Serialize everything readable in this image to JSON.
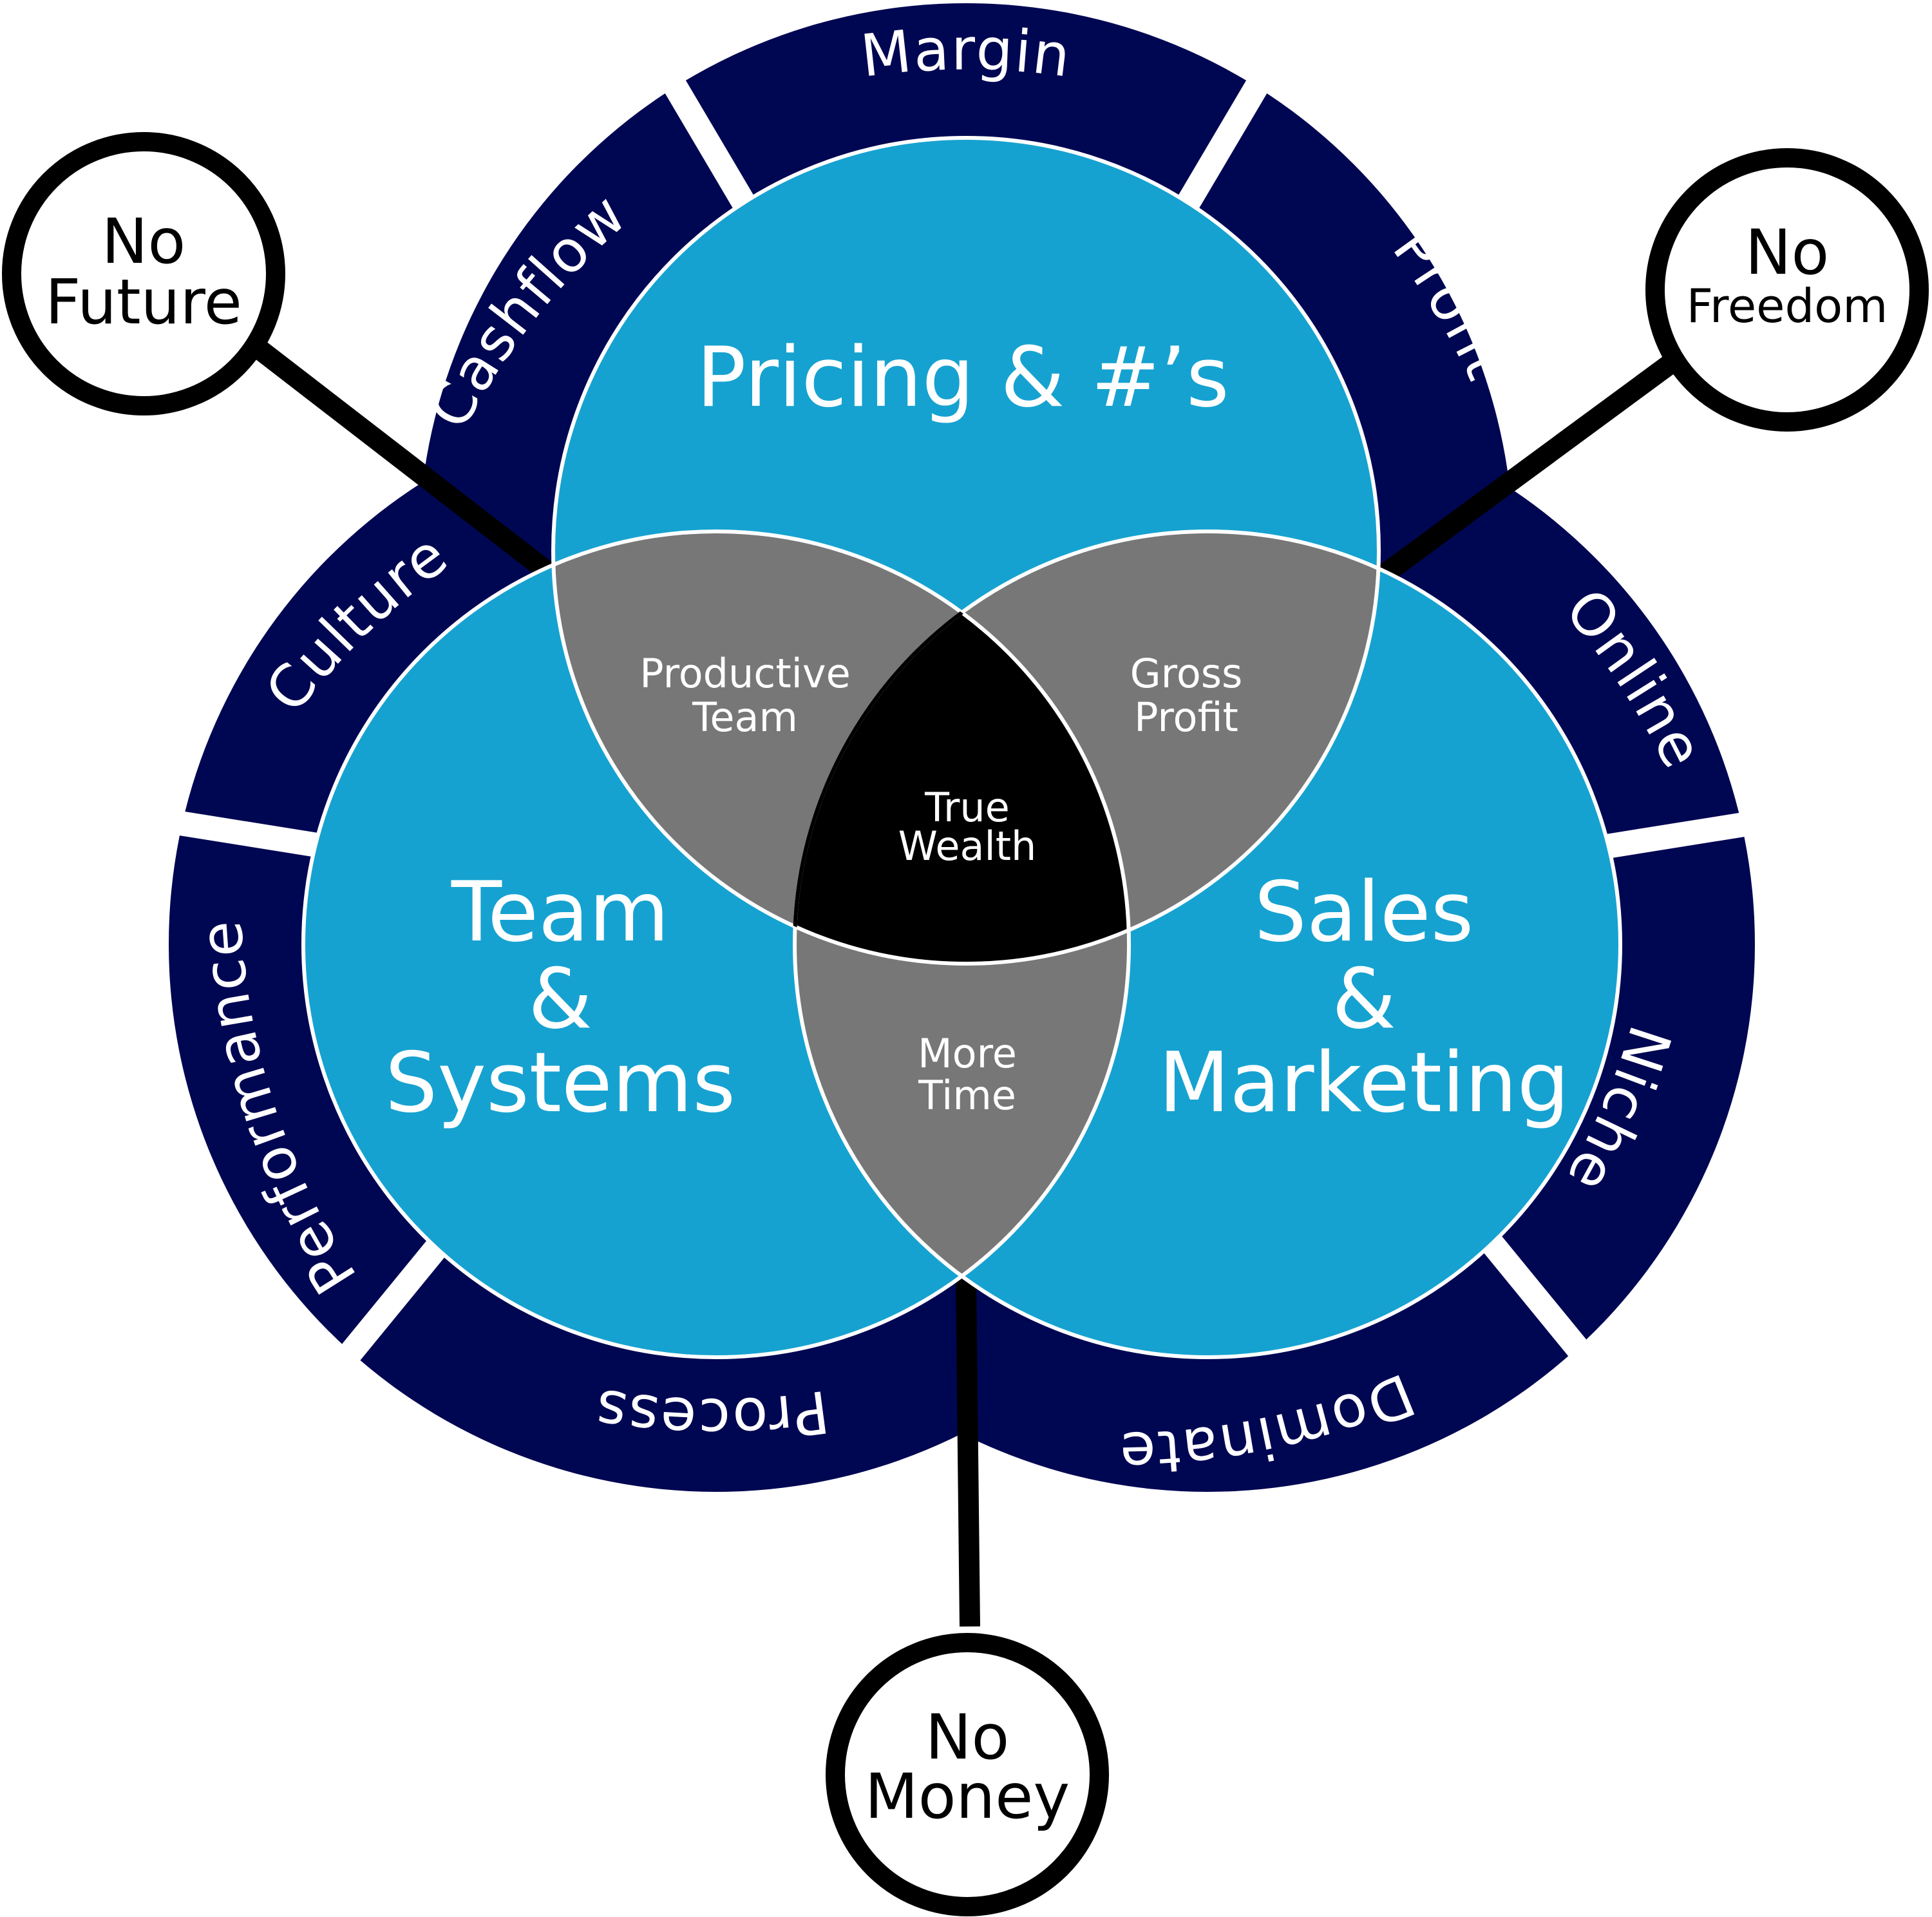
{
  "colors": {
    "ring": "#000752",
    "circle": "#16a2d0",
    "overlap": "#777777",
    "center": "#000000",
    "stroke": "#ffffff",
    "outcome_stroke": "#000000"
  },
  "ring_segments": {
    "margin": "Margin",
    "cashflow": "Cashflow",
    "profit": "Profit",
    "culture": "Culture",
    "online": "Online",
    "performance": "Performance",
    "niche": "Niche",
    "process": "Process",
    "dominate": "Dominate"
  },
  "circles": {
    "pricing": "Pricing & #’s",
    "team": {
      "line1": "Team",
      "line2": "&",
      "line3": "Systems"
    },
    "sales": {
      "line1": "Sales",
      "line2": "&",
      "line3": "Marketing"
    }
  },
  "overlaps": {
    "productive_team": {
      "line1": "Productive",
      "line2": "Team"
    },
    "gross_profit": {
      "line1": "Gross",
      "line2": "Profit"
    },
    "more_time": {
      "line1": "More",
      "line2": "Time"
    },
    "true_wealth": {
      "line1": "True",
      "line2": "Wealth"
    }
  },
  "outcomes": {
    "future": {
      "line1": "No",
      "line2": "Future"
    },
    "freedom": {
      "line1": "No",
      "line2": "Freedom"
    },
    "money": {
      "line1": "No",
      "line2": "Money"
    }
  }
}
